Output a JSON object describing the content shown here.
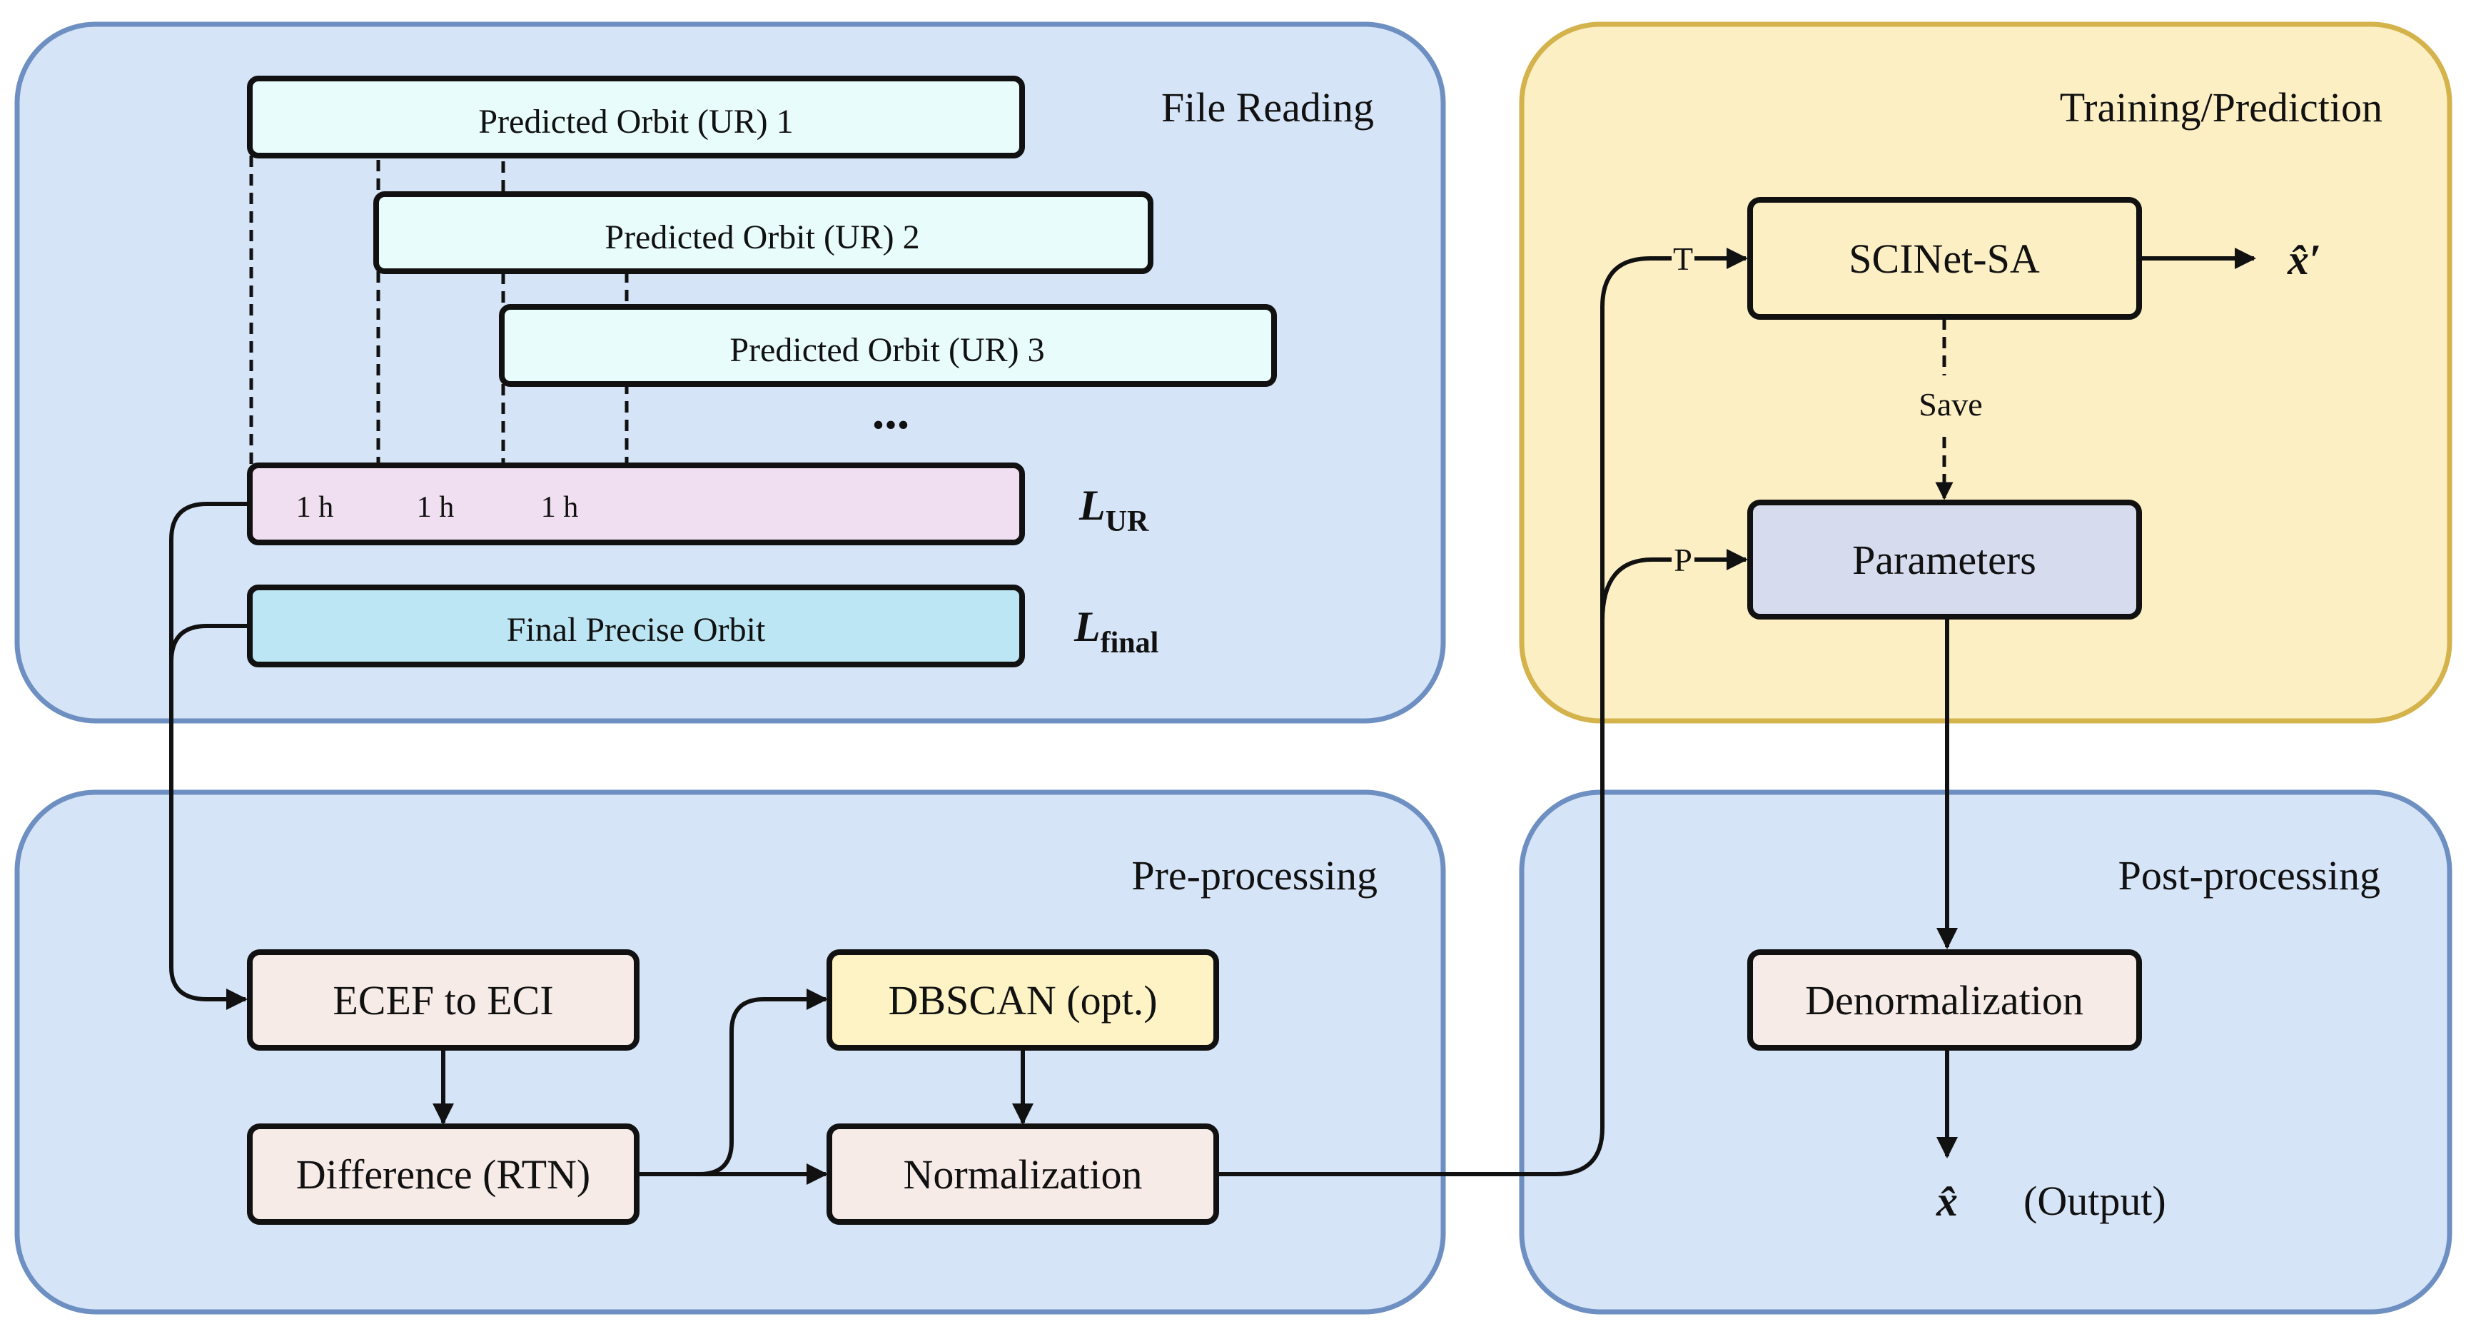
{
  "sections": {
    "file_reading": "File Reading",
    "training_prediction": "Training/Prediction",
    "pre_processing": "Pre-processing",
    "post_processing": "Post-processing"
  },
  "file_reading": {
    "orbit_1": "Predicted Orbit (UR) 1",
    "orbit_2": "Predicted Orbit (UR) 2",
    "orbit_3": "Predicted Orbit (UR) 3",
    "ellipsis": "...",
    "hours": [
      "1 h",
      "1 h",
      "1 h"
    ],
    "final_orbit": "Final Precise Orbit",
    "l_ur_main": "L",
    "l_ur_sub": "UR",
    "l_final_main": "L",
    "l_final_sub": "final"
  },
  "pre_processing": {
    "ecef": "ECEF to ECI",
    "difference": "Difference (RTN)",
    "dbscan": "DBSCAN (opt.)",
    "normalization": "Normalization"
  },
  "training": {
    "scinet": "SCINet-SA",
    "parameters": "Parameters",
    "save": "Save",
    "t_label": "T",
    "p_label": "P",
    "x_prime": "x̂′"
  },
  "post_processing": {
    "denormalization": "Denormalization",
    "x_hat": "x̂",
    "output": "(Output)"
  },
  "colors": {
    "blue_fill": "#d6e4f7",
    "blue_stroke": "#6e8fc2",
    "yellow_fill": "#fdefc4",
    "yellow_stroke": "#d4b24c",
    "orbit_fill": "#e8fcfc",
    "ur_fill": "#f0dff0",
    "final_fill": "#bde6f4",
    "proc_fill": "#f7ebe8",
    "dbscan_fill": "#fdf3c4",
    "param_fill": "#d6dbee"
  }
}
